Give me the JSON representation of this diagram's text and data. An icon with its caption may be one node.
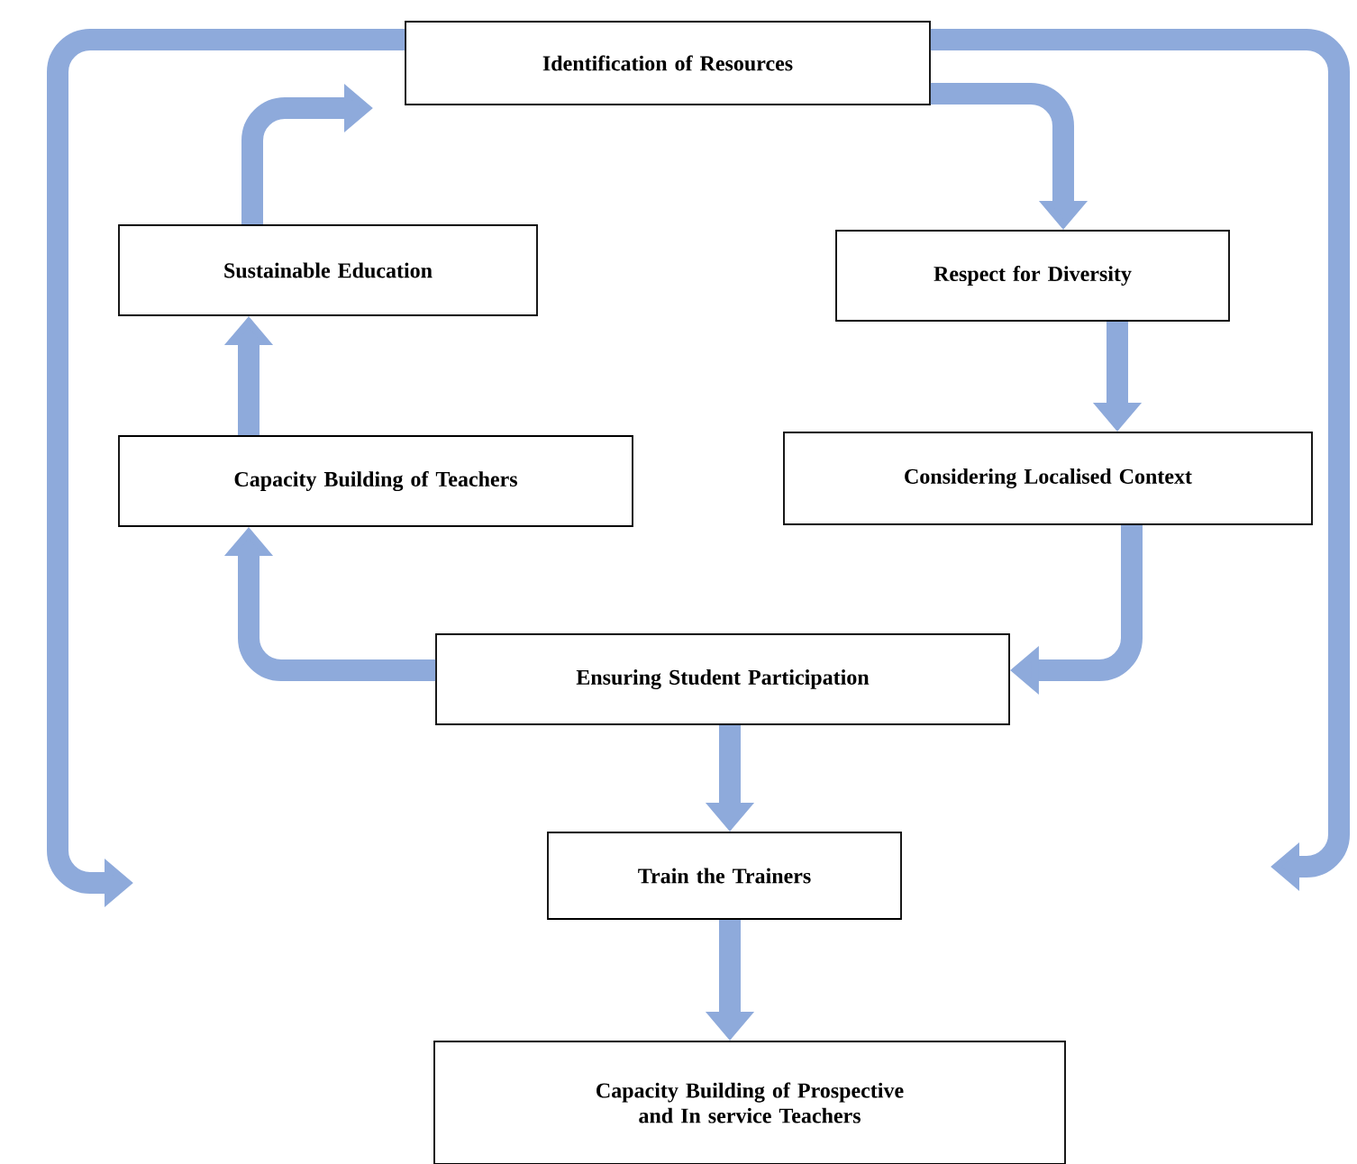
{
  "diagram": {
    "nodes": [
      {
        "text": [
          "Identification of Resources"
        ]
      },
      {
        "text": [
          "Sustainable Education"
        ]
      },
      {
        "text": [
          "Respect for Diversity"
        ]
      },
      {
        "text": [
          "Capacity Building of Teachers"
        ]
      },
      {
        "text": [
          "Considering Localised Context"
        ]
      },
      {
        "text": [
          "Ensuring Student Participation"
        ]
      },
      {
        "text": [
          "Train the Trainers"
        ]
      },
      {
        "text": [
          "Capacity Building of Prospective and In service Teachers"
        ]
      }
    ],
    "edges": [
      {
        "from": 0,
        "to": 2,
        "arrow": "to"
      },
      {
        "from": 2,
        "to": 4,
        "arrow": "to"
      },
      {
        "from": 4,
        "to": 5,
        "arrow": "to"
      },
      {
        "from": 5,
        "to": 3,
        "arrow": "to"
      },
      {
        "from": 3,
        "to": 1,
        "arrow": "to"
      },
      {
        "from": 1,
        "to": 0,
        "arrow": "to"
      },
      {
        "from": 5,
        "to": 6,
        "arrow": "to"
      },
      {
        "from": 6,
        "to": 7,
        "arrow": "to"
      },
      {
        "from": 0,
        "to": null,
        "arrow": "to"
      },
      {
        "from": 0,
        "to": null,
        "arrow": "to"
      }
    ]
  }
}
